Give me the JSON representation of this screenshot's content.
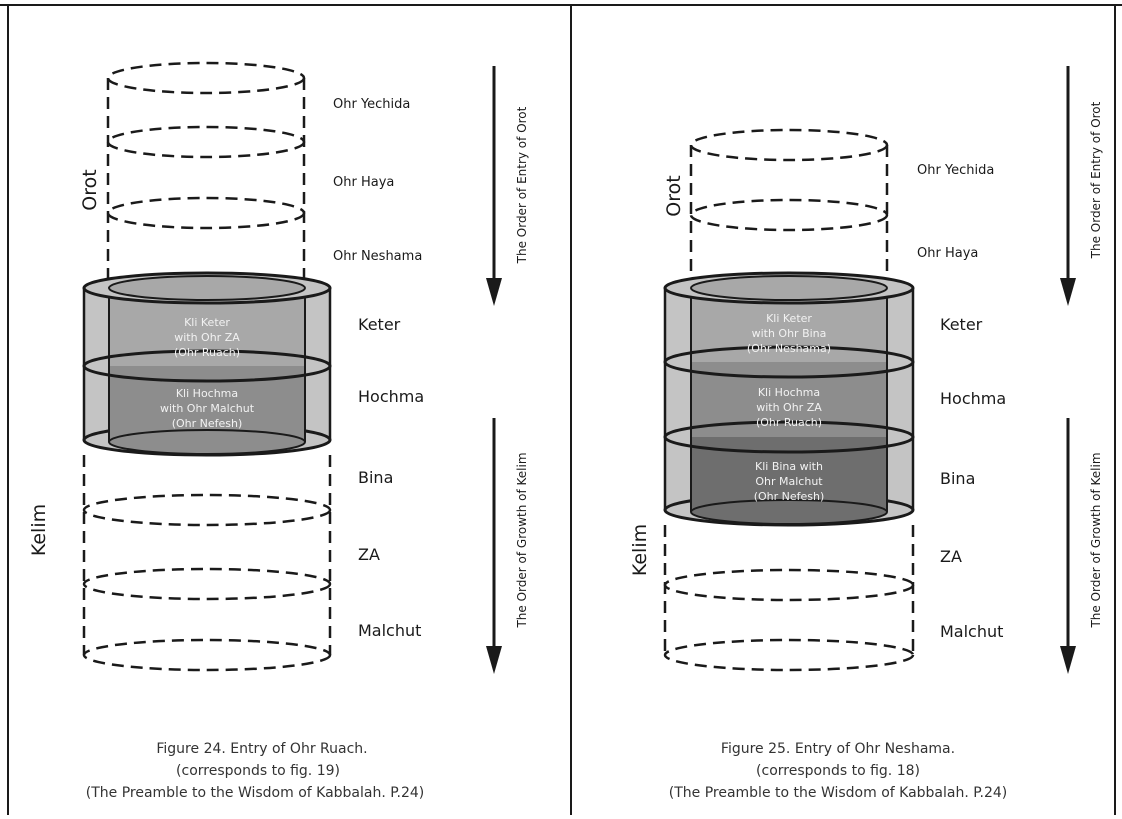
{
  "panels": [
    {
      "id": "fig24",
      "orot_label": "Orot",
      "kelim_label": "Kelim",
      "light_labels": [
        "Ohr Yechida",
        "Ohr Haya",
        "Ohr Neshama"
      ],
      "sefirot_labels": [
        "Keter",
        "Hochma",
        "Bina",
        "ZA",
        "Malchut"
      ],
      "vessel_texts": [
        [
          "Kli Keter",
          "with Ohr ZA",
          "(Ohr Ruach)"
        ],
        [
          "Kli Hochma",
          "with Ohr Malchut",
          "(Ohr Nefesh)"
        ]
      ],
      "arrow_entry_label": "The Order of  Entry of Orot",
      "arrow_growth_label": "The Order of Growth of Kelim",
      "caption": [
        "Figure 24. Entry of Ohr Ruach.",
        "(corresponds to fig. 19)",
        "(The Preamble to the Wisdom of Kabbalah. P.24)"
      ]
    },
    {
      "id": "fig25",
      "orot_label": "Orot",
      "kelim_label": "Kelim",
      "light_labels": [
        "Ohr Yechida",
        "Ohr Haya"
      ],
      "sefirot_labels": [
        "Keter",
        "Hochma",
        "Bina",
        "ZA",
        "Malchut"
      ],
      "vessel_texts": [
        [
          "Kli Keter",
          "with Ohr Bina",
          "(Ohr Neshama)"
        ],
        [
          "Kli Hochma",
          "with Ohr ZA",
          "(Ohr Ruach)"
        ],
        [
          "Kli Bina with",
          "Ohr Malchut",
          "(Ohr Nefesh)"
        ]
      ],
      "arrow_entry_label": "The Order of  Entry of Orot",
      "arrow_growth_label": "The Order of Growth of Kelim",
      "caption": [
        "Figure 25. Entry of Ohr Neshama.",
        "(corresponds to fig. 18)",
        "(The Preamble to the Wisdom of Kabbalah. P.24)"
      ]
    }
  ],
  "colors": {
    "outer_cylinder": "#c4c4c4",
    "vessel_top": "#a8a8a8",
    "vessel_middle": "#8d8d8d",
    "vessel_bottom": "#6e6e6e",
    "ink": "#1a1a1a",
    "vessel_text": "#f2f2f2"
  }
}
